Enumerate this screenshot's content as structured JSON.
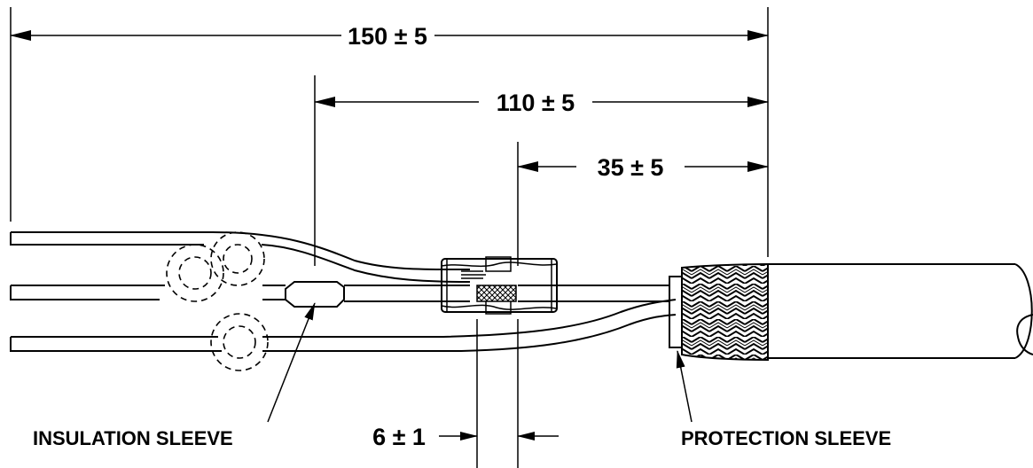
{
  "dimensions": {
    "overall": "150 ± 5",
    "middle": "110 ± 5",
    "short": "35 ± 5",
    "gap": "6 ± 1"
  },
  "labels": {
    "insulation_sleeve": "INSULATION SLEEVE",
    "protection_sleeve": "PROTECTION SLEEVE"
  }
}
